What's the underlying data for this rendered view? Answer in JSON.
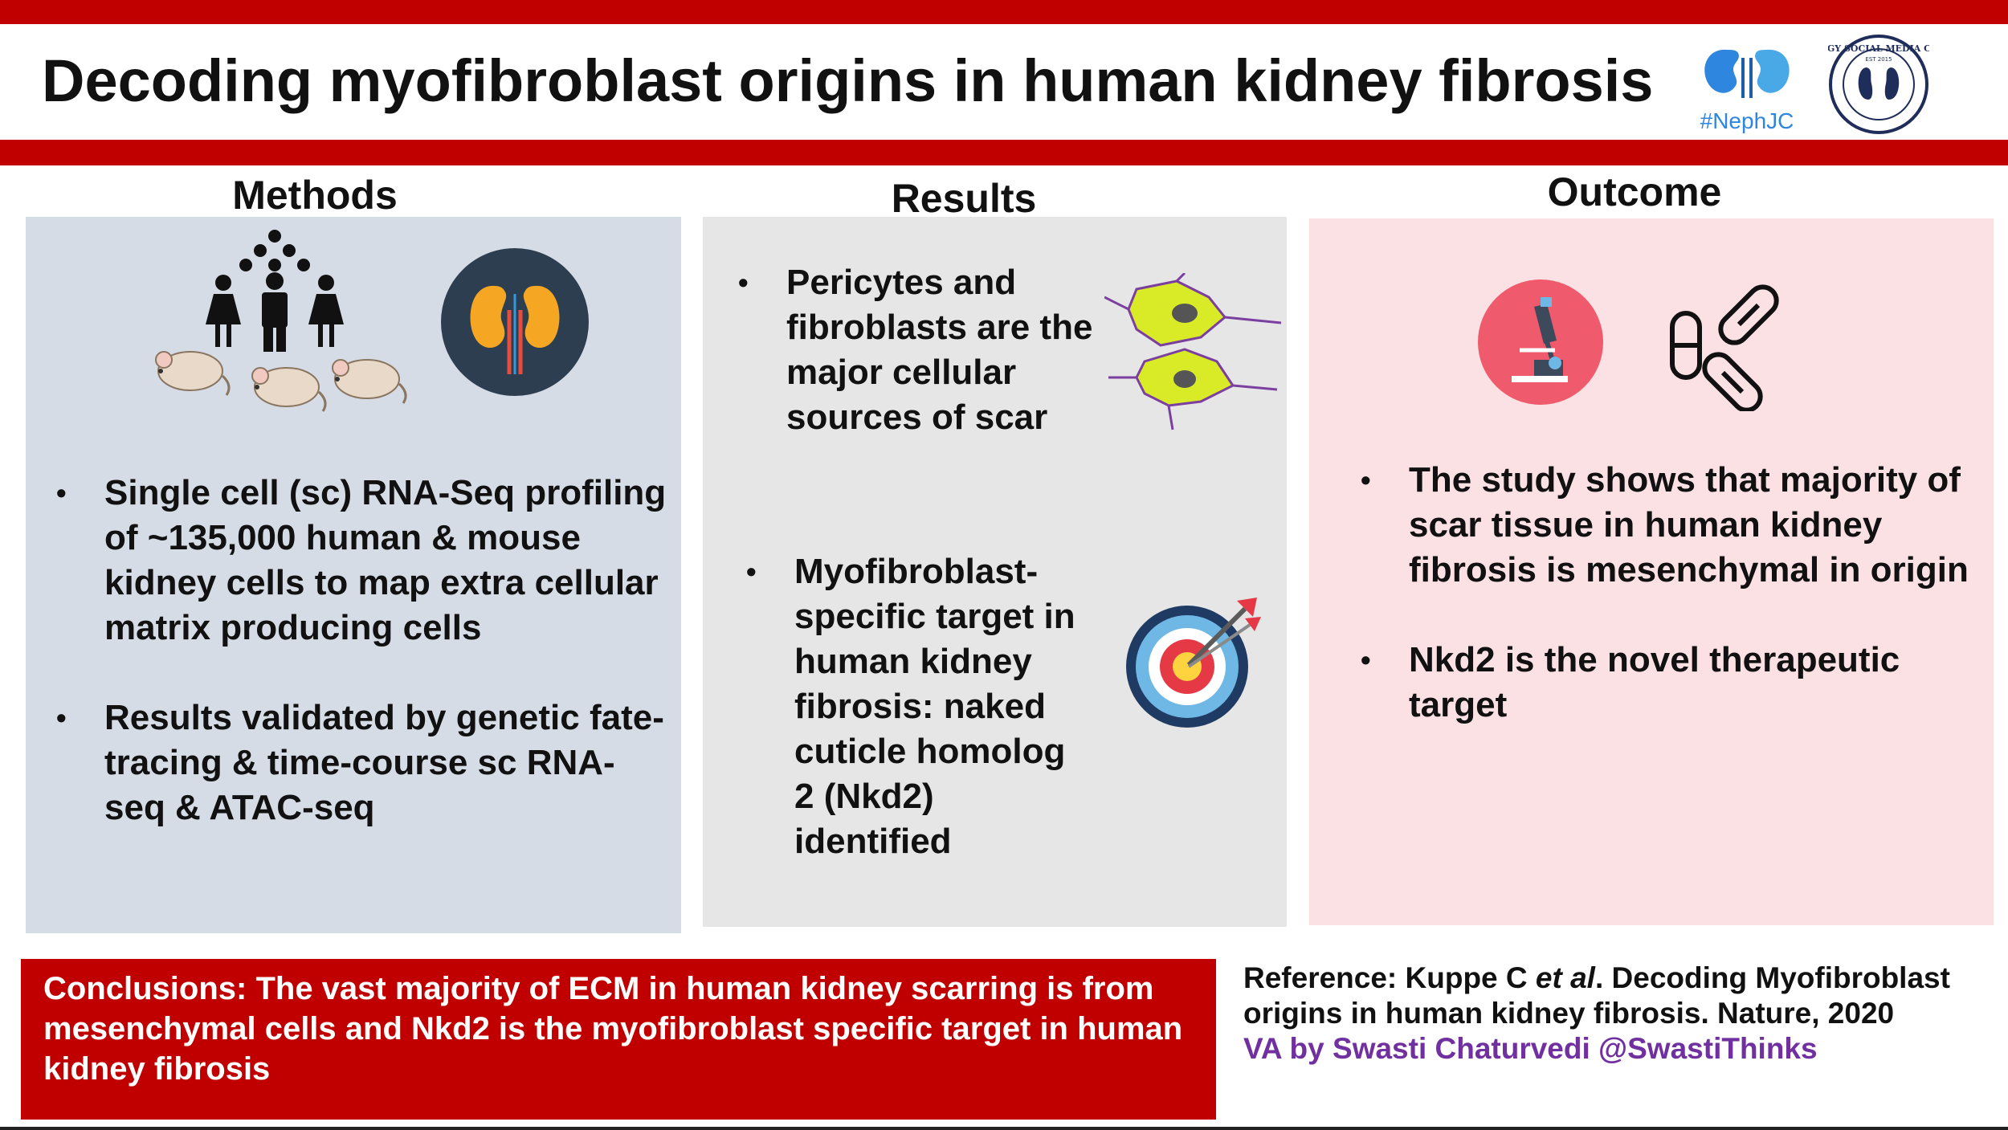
{
  "header": {
    "title": "Decoding myofibroblast origins in human kidney fibrosis",
    "nephjc_label": "#NephJC",
    "nsmc_seal_text": "NEPHROLOGY SOCIAL MEDIA COLLECTIVE",
    "nsmc_est": "EST 2015"
  },
  "colors": {
    "brand_red": "#c00000",
    "methods_bg": "#d6dce5",
    "results_bg": "#e7e6e6",
    "outcome_bg": "#fbe1e3",
    "cell_fill": "#d9ea27",
    "va_purple": "#7030a0"
  },
  "methods": {
    "heading": "Methods",
    "icons": [
      "people-crowd-icon",
      "mouse-icon",
      "kidney-icon"
    ],
    "bullets": [
      "Single cell (sc) RNA-Seq profiling of ~135,000 human & mouse kidney cells to map extra cellular matrix producing cells",
      "Results validated by genetic fate-tracing & time-course sc RNA-seq & ATAC-seq"
    ]
  },
  "results": {
    "heading": "Results",
    "icons": [
      "fibroblast-cell-icon",
      "target-icon"
    ],
    "bullets": [
      "Pericytes and fibroblasts are the major cellular sources of scar",
      "Myofibroblast-specific target in human kidney fibrosis: naked cuticle homolog 2 (Nkd2) identified"
    ]
  },
  "outcome": {
    "heading": "Outcome",
    "icons": [
      "microscope-icon",
      "pills-icon"
    ],
    "bullets": [
      "The study shows that majority of scar tissue in human kidney fibrosis is mesenchymal in origin",
      "Nkd2 is the novel therapeutic target"
    ]
  },
  "conclusion": {
    "text": "Conclusions: The vast majority of ECM in human kidney scarring is from mesenchymal cells and Nkd2 is the myofibroblast specific target in human kidney fibrosis"
  },
  "reference": {
    "prefix": "Reference: Kuppe C ",
    "etal": "et al",
    "suffix": ". Decoding Myofibroblast origins in human kidney fibrosis. Nature, 2020",
    "va": "VA by Swasti Chaturvedi @SwastiThinks"
  }
}
